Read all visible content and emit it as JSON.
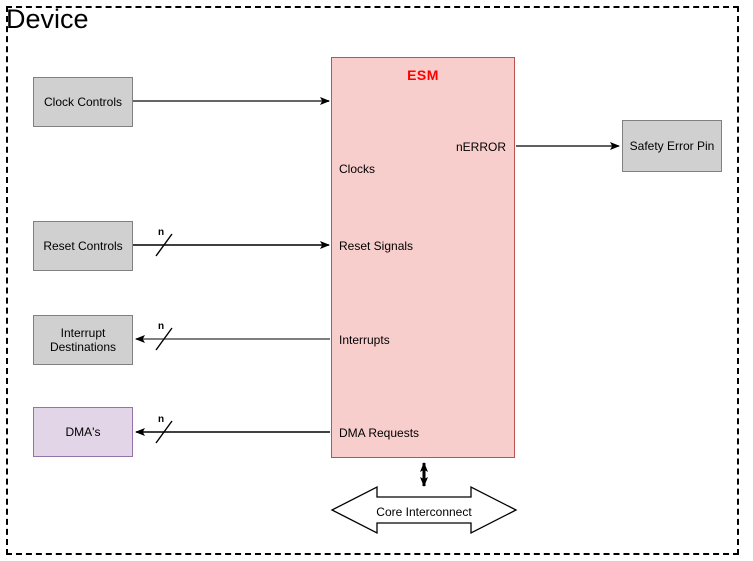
{
  "diagram": {
    "title": "Device",
    "boundary_style": "dashed"
  },
  "esm": {
    "title": "ESM",
    "title_color": "#ff0000",
    "fill": "#f8cecc",
    "stroke": "#b85450",
    "ports": {
      "clocks": "Clocks",
      "reset_signals": "Reset Signals",
      "interrupts": "Interrupts",
      "dma_requests": "DMA Requests",
      "nerror": "nERROR"
    }
  },
  "blocks": {
    "clock_controls": {
      "label": "Clock Controls",
      "fill": "#d0d0d0",
      "stroke": "#808080"
    },
    "reset_controls": {
      "label": "Reset Controls",
      "fill": "#d0d0d0",
      "stroke": "#808080"
    },
    "interrupt_destinations": {
      "label": "Interrupt\nDestinations",
      "fill": "#d0d0d0",
      "stroke": "#808080"
    },
    "dmas": {
      "label": "DMA's",
      "fill": "#e1d5e7",
      "stroke": "#9673a6"
    },
    "safety_error_pin": {
      "label": "Safety Error Pin",
      "fill": "#d0d0d0",
      "stroke": "#808080"
    },
    "core_interconnect": {
      "label": "Core Interconnect",
      "fill": "#ffffff",
      "stroke": "#000000"
    }
  },
  "bus_markers": {
    "reset": "n",
    "interrupts": "n",
    "dma": "n"
  },
  "connections": [
    {
      "name": "clock-controls-to-esm",
      "from": "Clock Controls",
      "to": "Clocks",
      "direction": "right",
      "bus": false
    },
    {
      "name": "reset-controls-to-esm",
      "from": "Reset Controls",
      "to": "Reset Signals",
      "direction": "right",
      "bus": true,
      "bus_label": "n"
    },
    {
      "name": "esm-to-interrupt-destinations",
      "from": "Interrupts",
      "to": "Interrupt Destinations",
      "direction": "left",
      "bus": true,
      "bus_label": "n"
    },
    {
      "name": "esm-to-dmas",
      "from": "DMA Requests",
      "to": "DMA's",
      "direction": "left",
      "bus": true,
      "bus_label": "n"
    },
    {
      "name": "esm-to-safety-error-pin",
      "from": "nERROR",
      "to": "Safety Error Pin",
      "direction": "right",
      "bus": false
    },
    {
      "name": "esm-to-core-interconnect",
      "from": "ESM",
      "to": "Core Interconnect",
      "direction": "bidirectional",
      "bus": false
    }
  ]
}
